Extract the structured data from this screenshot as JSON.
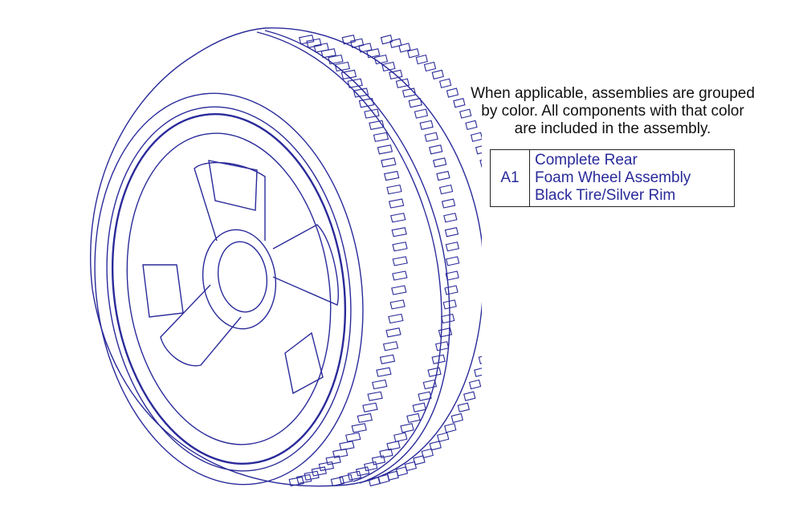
{
  "note": {
    "lines": [
      "When applicable, assemblies are grouped",
      "by color. All components with that color",
      "are included in the assembly."
    ]
  },
  "parts": [
    {
      "code": "A1",
      "lines": [
        "Complete Rear",
        "Foam Wheel Assembly",
        "Black Tire/Silver Rim"
      ]
    }
  ],
  "colors": {
    "line_art": "#2a2a9a",
    "text": "#111111"
  }
}
